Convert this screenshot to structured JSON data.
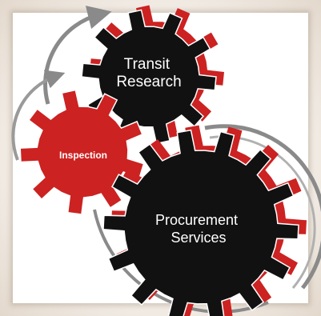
{
  "gears": [
    {
      "id": "transit-research",
      "lines": [
        "Transit",
        "Research"
      ],
      "color": "#111111"
    },
    {
      "id": "inspection",
      "lines": [
        "Inspection"
      ],
      "color": "#cc2222"
    },
    {
      "id": "procurement-services",
      "lines": [
        "Procurement",
        "Services"
      ],
      "color": "#111111"
    }
  ],
  "colors": {
    "red": "#cc2222",
    "black": "#111111",
    "arrow_gray": "#8a8a8a"
  }
}
